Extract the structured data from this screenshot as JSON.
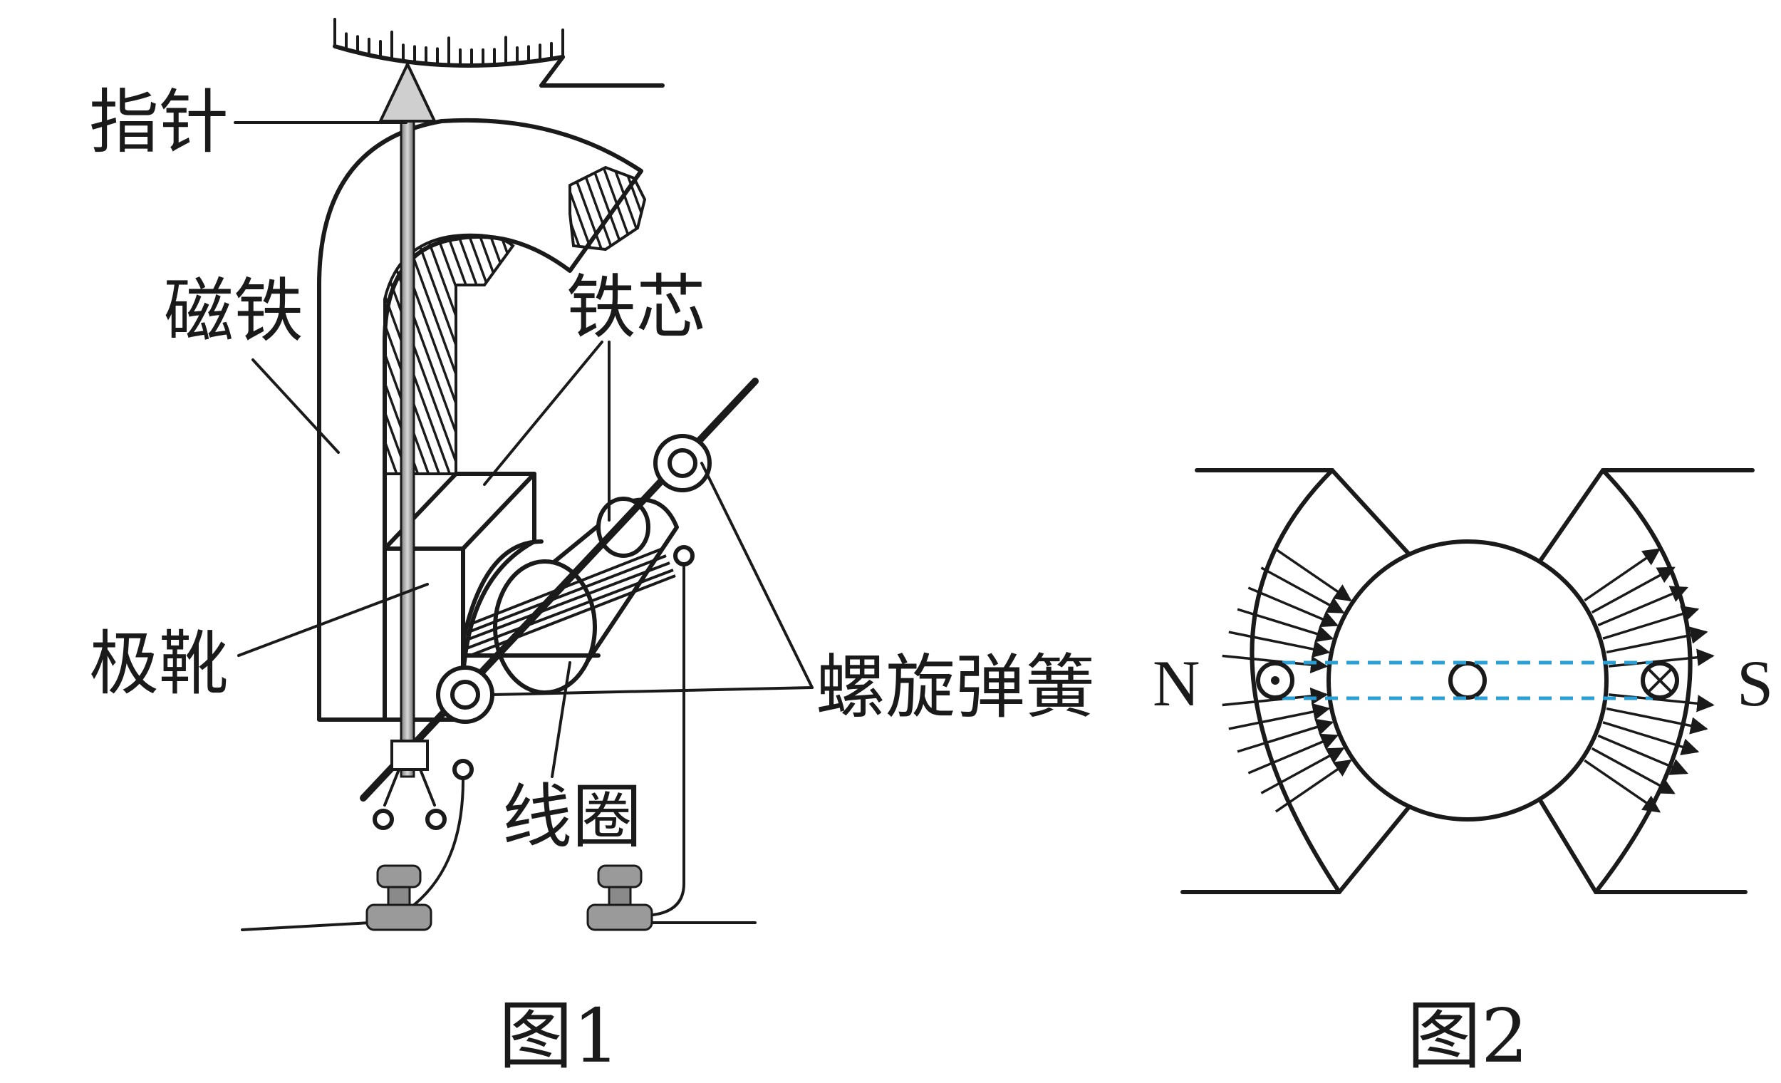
{
  "figure1": {
    "caption": "图1",
    "labels": {
      "pointer": "指针",
      "magnet": "磁铁",
      "iron_core": "铁芯",
      "pole_shoe": "极靴",
      "spiral_spring": "螺旋弹簧",
      "coil": "线圈"
    }
  },
  "figure2": {
    "caption": "图2",
    "poles": {
      "north": "N",
      "south": "S"
    },
    "current_symbols": {
      "out_of_page": "dot-in-circle",
      "into_page": "cross-in-circle"
    }
  },
  "colors": {
    "ink": "#1a1a1a",
    "dashed_guide": "#2a9fd6",
    "background": "#ffffff"
  }
}
